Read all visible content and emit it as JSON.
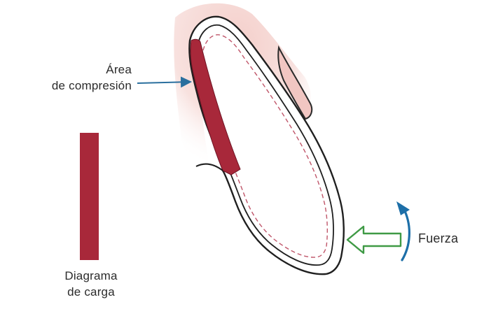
{
  "labels": {
    "compression_area": [
      "Área",
      "de compresión"
    ],
    "load_diagram": [
      "Diagrama",
      "de carga"
    ],
    "force": "Fuerza"
  },
  "colors": {
    "compression": "#a8283a",
    "gingiva": "#f4d3cf",
    "outline": "#222222",
    "ligament_dash": "#c0566a",
    "arrow_pointer": "#2a6f9e",
    "force_arrow": "#3f9a45",
    "rotation_arrow": "#1d6fa8"
  }
}
